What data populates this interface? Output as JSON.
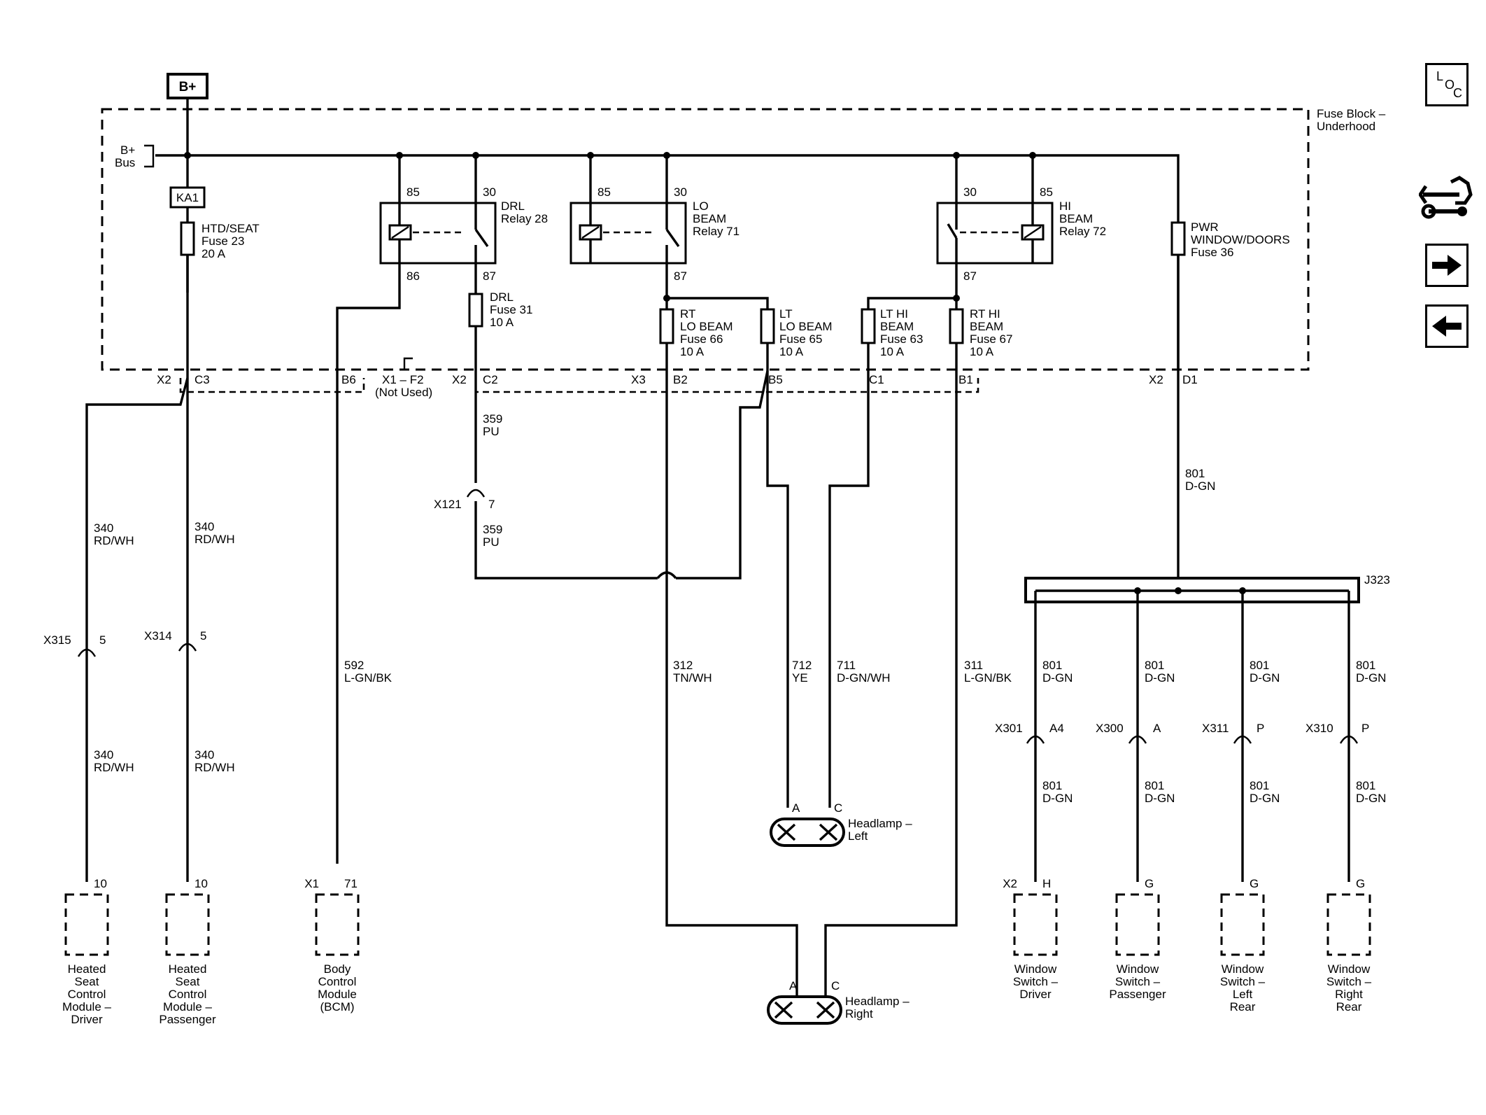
{
  "nav": {
    "loc_letters": [
      "L",
      "O",
      "C"
    ],
    "icons": [
      "loc-icon",
      "wrench-cable-icon",
      "arrow-right-icon",
      "arrow-left-icon"
    ]
  },
  "diagram": {
    "power_label": "B+",
    "bus_label": [
      "B+",
      "Bus"
    ],
    "fuse_block_label": [
      "Fuse Block –",
      "Underhood"
    ],
    "ka1": "KA1",
    "fuses": {
      "htd_seat": [
        "HTD/SEAT",
        "Fuse 23",
        "20 A"
      ],
      "drl": [
        "DRL",
        "Fuse 31",
        "10 A"
      ],
      "rt_lo": [
        "RT",
        "LO BEAM",
        "Fuse 66",
        "10 A"
      ],
      "lt_lo": [
        "LT",
        "LO BEAM",
        "Fuse 65",
        "10 A"
      ],
      "lt_hi": [
        "LT HI",
        "BEAM",
        "Fuse 63",
        "10 A"
      ],
      "rt_hi": [
        "RT HI",
        "BEAM",
        "Fuse 67",
        "10 A"
      ],
      "pwr_window": [
        "PWR",
        "WINDOW/DOORS",
        "Fuse 36"
      ]
    },
    "relays": {
      "drl": [
        "DRL",
        "Relay 28"
      ],
      "lo_beam": [
        "LO",
        "BEAM",
        "Relay 71"
      ],
      "hi_beam": [
        "HI",
        "BEAM",
        "Relay 72"
      ]
    },
    "relay_pins": {
      "drl_85": "85",
      "drl_30": "30",
      "drl_86": "86",
      "drl_87": "87",
      "lo_85": "85",
      "lo_30": "30",
      "lo_87": "87",
      "hi_30": "30",
      "hi_85": "85",
      "hi_87": "87"
    },
    "connectors": {
      "x2_c3": [
        "X2",
        "C3"
      ],
      "b6": "B6",
      "x1_f2": [
        "X1 – F2",
        "(Not Used)"
      ],
      "x2_c2": [
        "X2",
        "C2"
      ],
      "x3_b2": [
        "X3",
        "B2"
      ],
      "b5": "B5",
      "c1": "C1",
      "b1": "B1",
      "x2_d1": [
        "X2",
        "D1"
      ],
      "x121": [
        "X121",
        "7"
      ],
      "x315": [
        "X315",
        "5"
      ],
      "x314": [
        "X314",
        "5"
      ],
      "x301": [
        "X301",
        "A4"
      ],
      "x300": [
        "X300",
        "A"
      ],
      "x311": [
        "X311",
        "P"
      ],
      "x310": [
        "X310",
        "P"
      ],
      "j323": "J323"
    },
    "wires": {
      "w340a": [
        "340",
        "RD/WH"
      ],
      "w340b": [
        "340",
        "RD/WH"
      ],
      "w340c": [
        "340",
        "RD/WH"
      ],
      "w340d": [
        "340",
        "RD/WH"
      ],
      "w359a": [
        "359",
        "PU"
      ],
      "w359b": [
        "359",
        "PU"
      ],
      "w592": [
        "592",
        "L-GN/BK"
      ],
      "w312": [
        "312",
        "TN/WH"
      ],
      "w712": [
        "712",
        "YE"
      ],
      "w711": [
        "711",
        "D-GN/WH"
      ],
      "w311": [
        "311",
        "L-GN/BK"
      ],
      "w801_main": [
        "801",
        "D-GN"
      ],
      "w801": [
        "801",
        "D-GN"
      ]
    },
    "components": {
      "hs_driver": {
        "pins": [
          "",
          "10"
        ],
        "name": [
          "Heated",
          "Seat",
          "Control",
          "Module –",
          "Driver"
        ]
      },
      "hs_passenger": {
        "pins": [
          "",
          "10"
        ],
        "name": [
          "Heated",
          "Seat",
          "Control",
          "Module –",
          "Passenger"
        ]
      },
      "bcm": {
        "pins": [
          "X1",
          "71"
        ],
        "name": [
          "Body",
          "Control",
          "Module",
          "(BCM)"
        ]
      },
      "ws_driver": {
        "pins": [
          "X2",
          "H"
        ],
        "name": [
          "Window",
          "Switch –",
          "Driver"
        ]
      },
      "ws_passenger": {
        "pins": [
          "",
          "G"
        ],
        "name": [
          "Window",
          "Switch –",
          "Passenger"
        ]
      },
      "ws_left_rear": {
        "pins": [
          "",
          "G"
        ],
        "name": [
          "Window",
          "Switch –",
          "Left",
          "Rear"
        ]
      },
      "ws_right_rear": {
        "pins": [
          "",
          "G"
        ],
        "name": [
          "Window",
          "Switch –",
          "Right",
          "Rear"
        ]
      }
    },
    "headlamps": {
      "left": {
        "pins": [
          "A",
          "C"
        ],
        "name": [
          "Headlamp –",
          "Left"
        ]
      },
      "right": {
        "pins": [
          "A",
          "C"
        ],
        "name": [
          "Headlamp –",
          "Right"
        ]
      }
    }
  }
}
